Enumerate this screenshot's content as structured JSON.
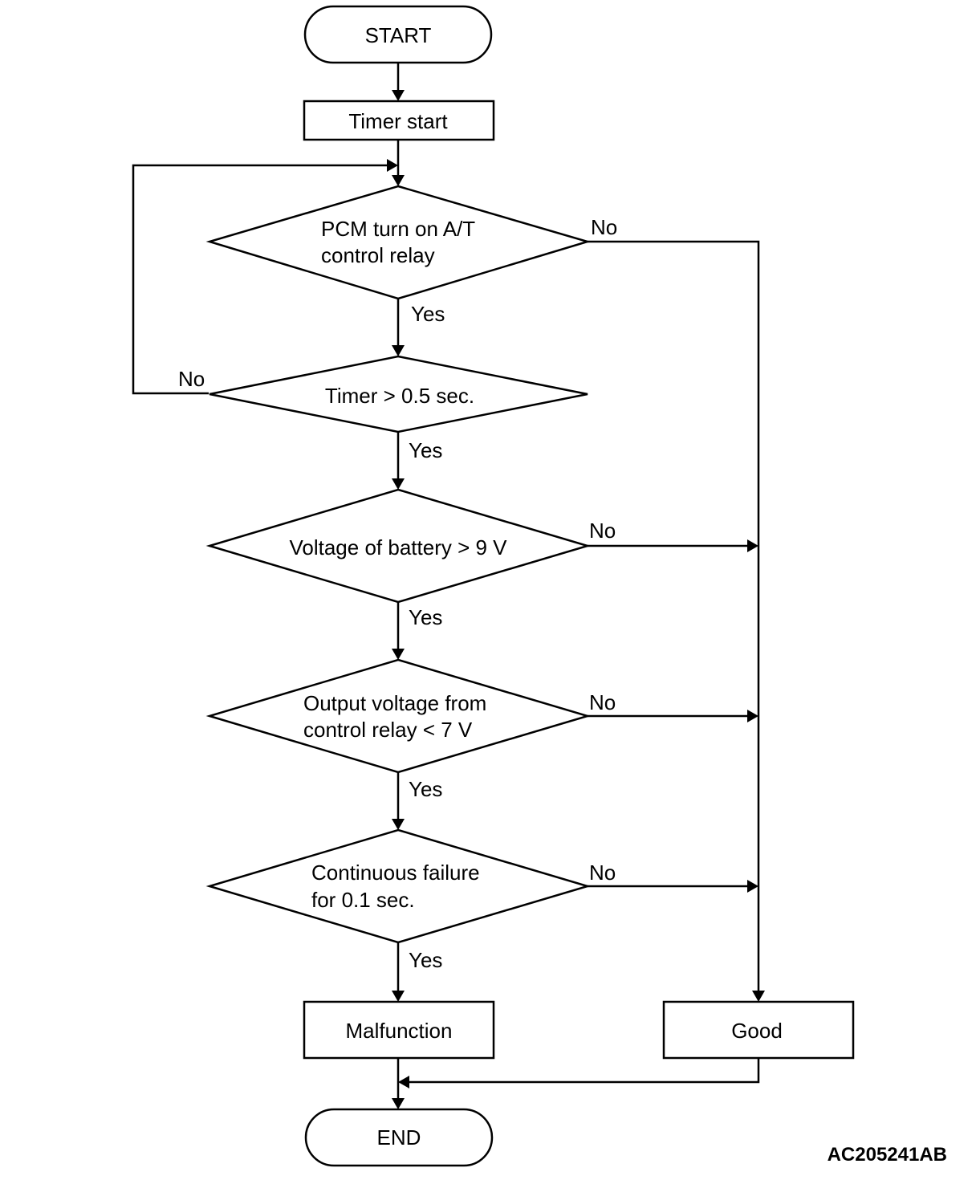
{
  "nodes": {
    "start": "START",
    "timer_start": "Timer start",
    "pcm_relay": [
      "PCM turn on A/T",
      "control relay"
    ],
    "timer_check": "Timer > 0.5 sec.",
    "battery_voltage": "Voltage of battery > 9 V",
    "output_voltage": [
      "Output voltage from",
      "control relay < 7 V"
    ],
    "continuous_failure": [
      "Continuous failure",
      "for 0.1 sec."
    ],
    "malfunction": "Malfunction",
    "good": "Good",
    "end": "END"
  },
  "branch_labels": {
    "yes": "Yes",
    "no": "No"
  },
  "figure_code": "AC205241AB"
}
